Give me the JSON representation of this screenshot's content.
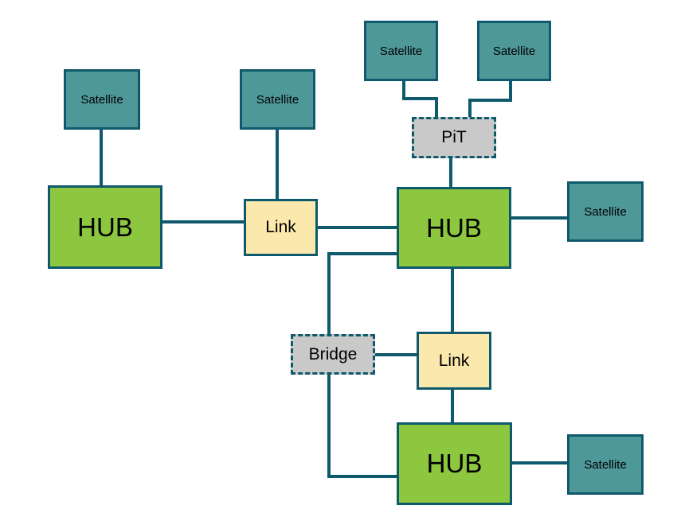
{
  "diagram": {
    "type": "network-topology",
    "nodes": {
      "satellite_left": {
        "label": "Satellite"
      },
      "satellite_mid": {
        "label": "Satellite"
      },
      "satellite_top_left": {
        "label": "Satellite"
      },
      "satellite_top_right": {
        "label": "Satellite"
      },
      "satellite_right": {
        "label": "Satellite"
      },
      "satellite_bottom": {
        "label": "Satellite"
      },
      "hub_left": {
        "label": "HUB"
      },
      "hub_center": {
        "label": "HUB"
      },
      "hub_bottom": {
        "label": "HUB"
      },
      "link_top": {
        "label": "Link"
      },
      "link_bottom": {
        "label": "Link"
      },
      "pit": {
        "label": "PiT"
      },
      "bridge": {
        "label": "Bridge"
      }
    },
    "edges": [
      "satellite_left - hub_left",
      "hub_left - link_top",
      "satellite_mid - link_top",
      "link_top - hub_center",
      "satellite_top_left - pit",
      "satellite_top_right - pit",
      "pit - hub_center",
      "hub_center - satellite_right",
      "hub_center - link_bottom",
      "bridge - link_bottom",
      "link_bottom - hub_bottom",
      "hub_bottom - satellite_bottom",
      "hub_center - hub_bottom"
    ],
    "colors": {
      "background": "#FFFFFF",
      "satellite_fill": "#4F9899",
      "hub_fill": "#8DC63F",
      "link_fill": "#FAE8AD",
      "dashed_node_fill": "#C9C9C9",
      "line_and_border": "#0E5A6C",
      "text": "#000000"
    }
  }
}
